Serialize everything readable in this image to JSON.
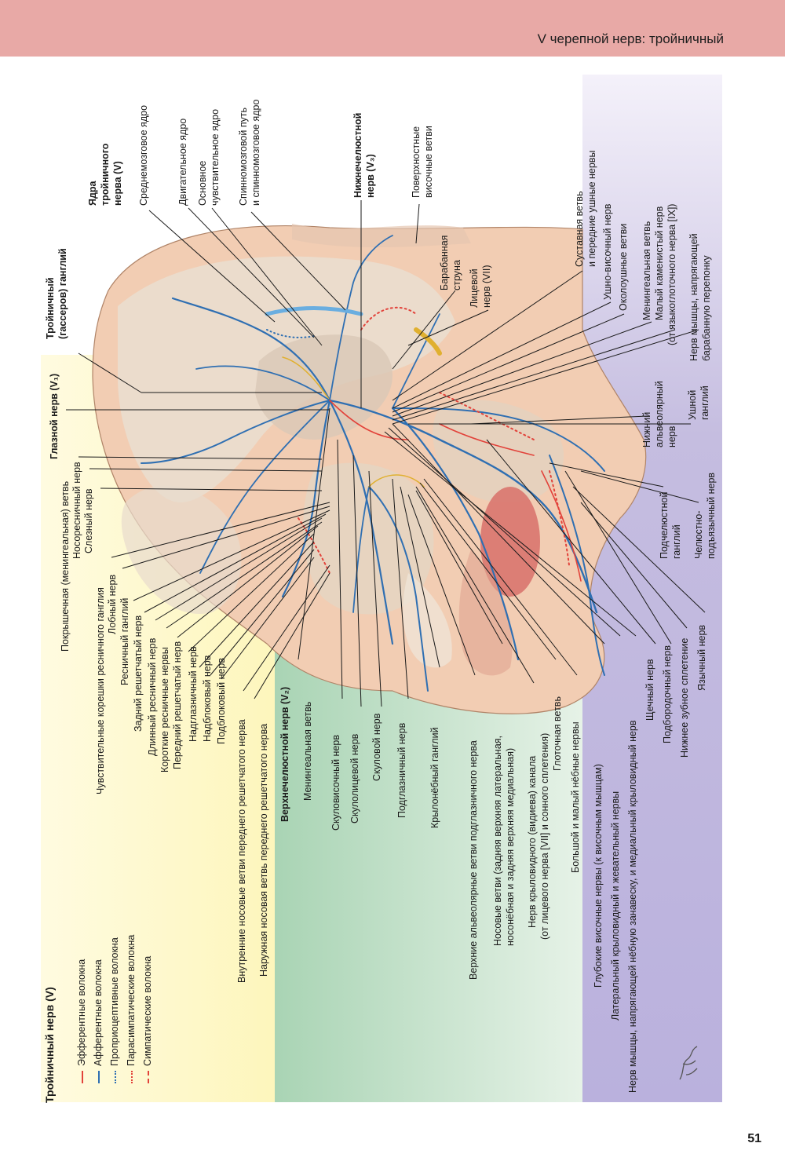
{
  "header": {
    "title": "V черепной нерв: тройничный"
  },
  "page": {
    "number": "51"
  },
  "legend": {
    "title": "Тройничный нерв (V)",
    "items": [
      {
        "label": "Эфферентные волокна",
        "color": "#e2423a",
        "style": "solid"
      },
      {
        "label": "Афферентные волокна",
        "color": "#2f6fb2",
        "style": "solid"
      },
      {
        "label": "Проприоцептивные волокна",
        "color": "#2f6fb2",
        "style": "dotted"
      },
      {
        "label": "Парасимпатические волокна",
        "color": "#e2423a",
        "style": "dotted"
      },
      {
        "label": "Симпатические волокна",
        "color": "#e2423a",
        "style": "dashed"
      }
    ]
  },
  "labels": {
    "ophthalmic_nerve": "Глазной нерв (V₁)",
    "tentorial_branch": "Покрышечная (менингеальная) ветвь",
    "nasociliary_nerve": "Носоресничный нерв",
    "lacrimal_nerve": "Слезный нерв",
    "sensory_roots_ciliary": "Чувствительные корешки ресничного ганглия",
    "frontal_nerve": "Лобный нерв",
    "ciliary_ganglion": "Ресничный ганглий",
    "posterior_ethmoidal": "Задний решетчатый нерв",
    "long_ciliary": "Длинный ресничный нерв",
    "short_ciliary": "Короткие ресничные нервы",
    "anterior_ethmoidal": "Передний решетчатый нерв",
    "supraorbital": "Надглазничный нерв",
    "supratrochlear": "Надблоковый нерв",
    "infratrochlear": "Подблоковый нерв",
    "internal_nasal": "Внутренние носовые ветви переднего решетчатого нерва",
    "external_nasal": "Наружная носовая ветвь переднего решетчатого нерва",
    "maxillary_nerve": "Верхнечелюстной нерв (V₂)",
    "meningeal_branch": "Менингеальная ветвь",
    "zygomaticotemporal": "Скуловисочный нерв",
    "zygomaticofacial": "Скулолицевой нерв",
    "zygomatic": "Скуловой нерв",
    "infraorbital": "Подглазничный нерв",
    "pterygopalatine_ganglion": "Крылонёбный ганглий",
    "superior_alveolar": "Верхние альвеолярные ветви подглазничного нерва",
    "nasal_branches_1": "Носовые ветви (задняя верхняя латеральная,",
    "nasal_branches_2": "носонёбная и задняя верхняя медиальная)",
    "pterygoid_canal_1": "Нерв крыловидного (видиева) канала",
    "pterygoid_canal_2": "(от лицевого нерва [VII] и сонного сплетения)",
    "pharyngeal_branch": "Глоточная ветвь",
    "palatine_nerves": "Большой и малый нёбные нервы",
    "deep_temporal": "Глубокие височные нервы (к височным мышцам)",
    "lateral_pterygoid": "Латеральный крыловидный и жевательный нервы",
    "tensor_veli": "Нерв мышцы, напрягающей нёбную занавеску, и медиальный крыловидный нерв",
    "buccal": "Щечный нерв",
    "mental": "Подбородочный нерв",
    "inferior_dental_plexus": "Нижнее зубное сплетение",
    "lingual": "Язычный нерв",
    "trigeminal_nuclei_1": "Ядра",
    "trigeminal_nuclei_2": "тройничного",
    "trigeminal_nuclei_3": "нерва (V)",
    "mesencephalic_nucleus": "Среднемозговое ядро",
    "motor_nucleus": "Двигательное ядро",
    "principal_sensory_1": "Основное",
    "principal_sensory_2": "чувствительное ядро",
    "spinal_tract_1": "Спинномозговой путь",
    "spinal_tract_2": "и спинномозговое ядро",
    "trigeminal_ganglion_1": "Тройничный",
    "trigeminal_ganglion_2": "(гассеров) ганглий",
    "mandibular_nerve_1": "Нижнечелюстной",
    "mandibular_nerve_2": "нерв (V₃)",
    "superficial_temporal_1": "Поверхностные",
    "superficial_temporal_2": "височные ветви",
    "chorda_tympani_1": "Барабанная",
    "chorda_tympani_2": "струна",
    "facial_nerve_1": "Лицевой",
    "facial_nerve_2": "нерв (VII)",
    "articular_branch_1": "Суставная ветвь",
    "articular_branch_2": "и передние ушные нервы",
    "auriculotemporal": "Ушно-височный нерв",
    "parotid_branches": "Околоушные ветви",
    "meningeal_branch_v3": "Менингеальная ветвь",
    "lesser_petrosal_1": "Малый каменистый нерв",
    "lesser_petrosal_2": "(от языкоглоточного нерва [IX])",
    "tensor_tympani_1": "Нерв мышцы, напрягающей",
    "tensor_tympani_2": "барабанную перепонку",
    "otic_ganglion_1": "Ушной",
    "otic_ganglion_2": "ганглий",
    "inferior_alveolar_1": "Нижний",
    "inferior_alveolar_2": "альвеолярный",
    "inferior_alveolar_3": "нерв",
    "submandibular_ganglion_1": "Подчелюстной",
    "submandibular_ganglion_2": "ганглий",
    "mylohyoid_1": "Челюстно-",
    "mylohyoid_2": "подъязычный нерв"
  }
}
